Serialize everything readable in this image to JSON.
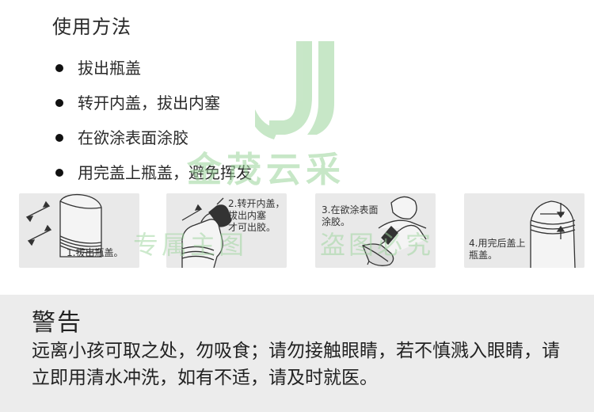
{
  "usage": {
    "title": "使用方法",
    "steps": [
      "拔出瓶盖",
      "转开内盖，拔出内塞",
      "在欲涂表面涂胶",
      "用完盖上瓶盖，避免挥发"
    ]
  },
  "illustrations": [
    {
      "caption": "1.拔出瓶盖。"
    },
    {
      "caption": "2.转开内盖，\n拔出内塞\n才可出胶。"
    },
    {
      "caption": "3.在欲涂表面\n涂胶。"
    },
    {
      "caption": "4.用完后盖上\n瓶盖。"
    }
  ],
  "warning": {
    "title": "警告",
    "text": "远离小孩可取之处，勿吸食；请勿接触眼睛，若不慎溅入眼睛，请立即用清水冲洗，如有不适，请及时就医。"
  },
  "watermark": {
    "brand": "金茂云采",
    "left": "专属主图",
    "right": "盗图必究"
  },
  "colors": {
    "watermark": "#9bd49b",
    "panel": "#e9e9e9",
    "warning_bg": "#ececec"
  }
}
